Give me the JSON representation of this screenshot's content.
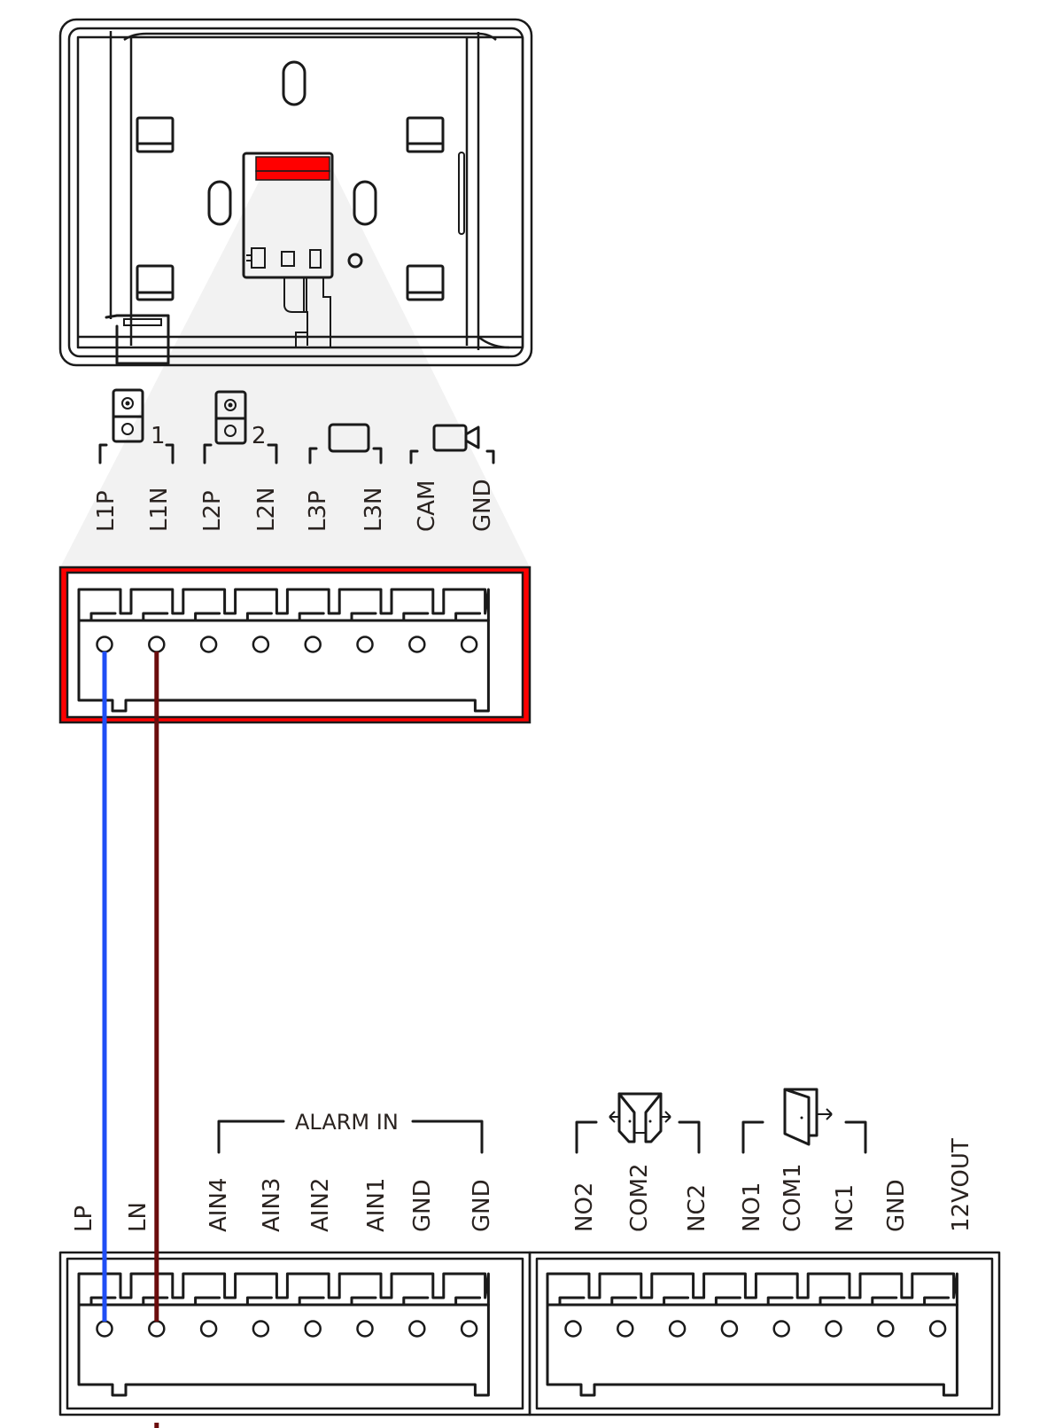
{
  "diagram": {
    "title": "Indoor station to door station wiring",
    "colors": {
      "highlight": "#ff0000",
      "wire_lp": "#1f4ef5",
      "wire_ln": "#6b0c0c",
      "line": "#1a1a1a",
      "projection": "#f2f2f2"
    },
    "top_connector": {
      "highlighted": true,
      "groups": [
        {
          "icon": "door-station-icon",
          "number": "1",
          "pins": [
            "L1P",
            "L1N"
          ]
        },
        {
          "icon": "door-station-icon",
          "number": "2",
          "pins": [
            "L2P",
            "L2N"
          ]
        },
        {
          "icon": "indoor-monitor-icon",
          "number": "",
          "pins": [
            "L3P",
            "L3N"
          ]
        },
        {
          "icon": "camera-icon",
          "number": "",
          "pins": [
            "CAM",
            "GND"
          ]
        }
      ],
      "pins": [
        "L1P",
        "L1N",
        "L2P",
        "L2N",
        "L3P",
        "L3N",
        "CAM",
        "GND"
      ]
    },
    "bottom_left_connector": {
      "pins": [
        "LP",
        "LN",
        "AIN4",
        "AIN3",
        "AIN2",
        "AIN1",
        "GND",
        "GND"
      ],
      "group_label": "ALARM IN",
      "group_pins": [
        "AIN4",
        "GND"
      ]
    },
    "bottom_right_connector": {
      "pins": [
        "NO2",
        "COM2",
        "NC2",
        "NO1",
        "COM1",
        "NC1",
        "GND",
        "12VOUT"
      ],
      "groups": [
        {
          "icon": "double-door-icon",
          "pins": [
            "NO2",
            "NC2"
          ]
        },
        {
          "icon": "single-door-icon",
          "pins": [
            "NO1",
            "NC1"
          ]
        }
      ]
    },
    "wires": [
      {
        "name": "wire-l1p-lp",
        "from": "L1P",
        "to": "LP",
        "color": "#1f4ef5"
      },
      {
        "name": "wire-l1n-ln",
        "from": "L1N",
        "to": "LN",
        "color": "#6b0c0c"
      }
    ]
  }
}
